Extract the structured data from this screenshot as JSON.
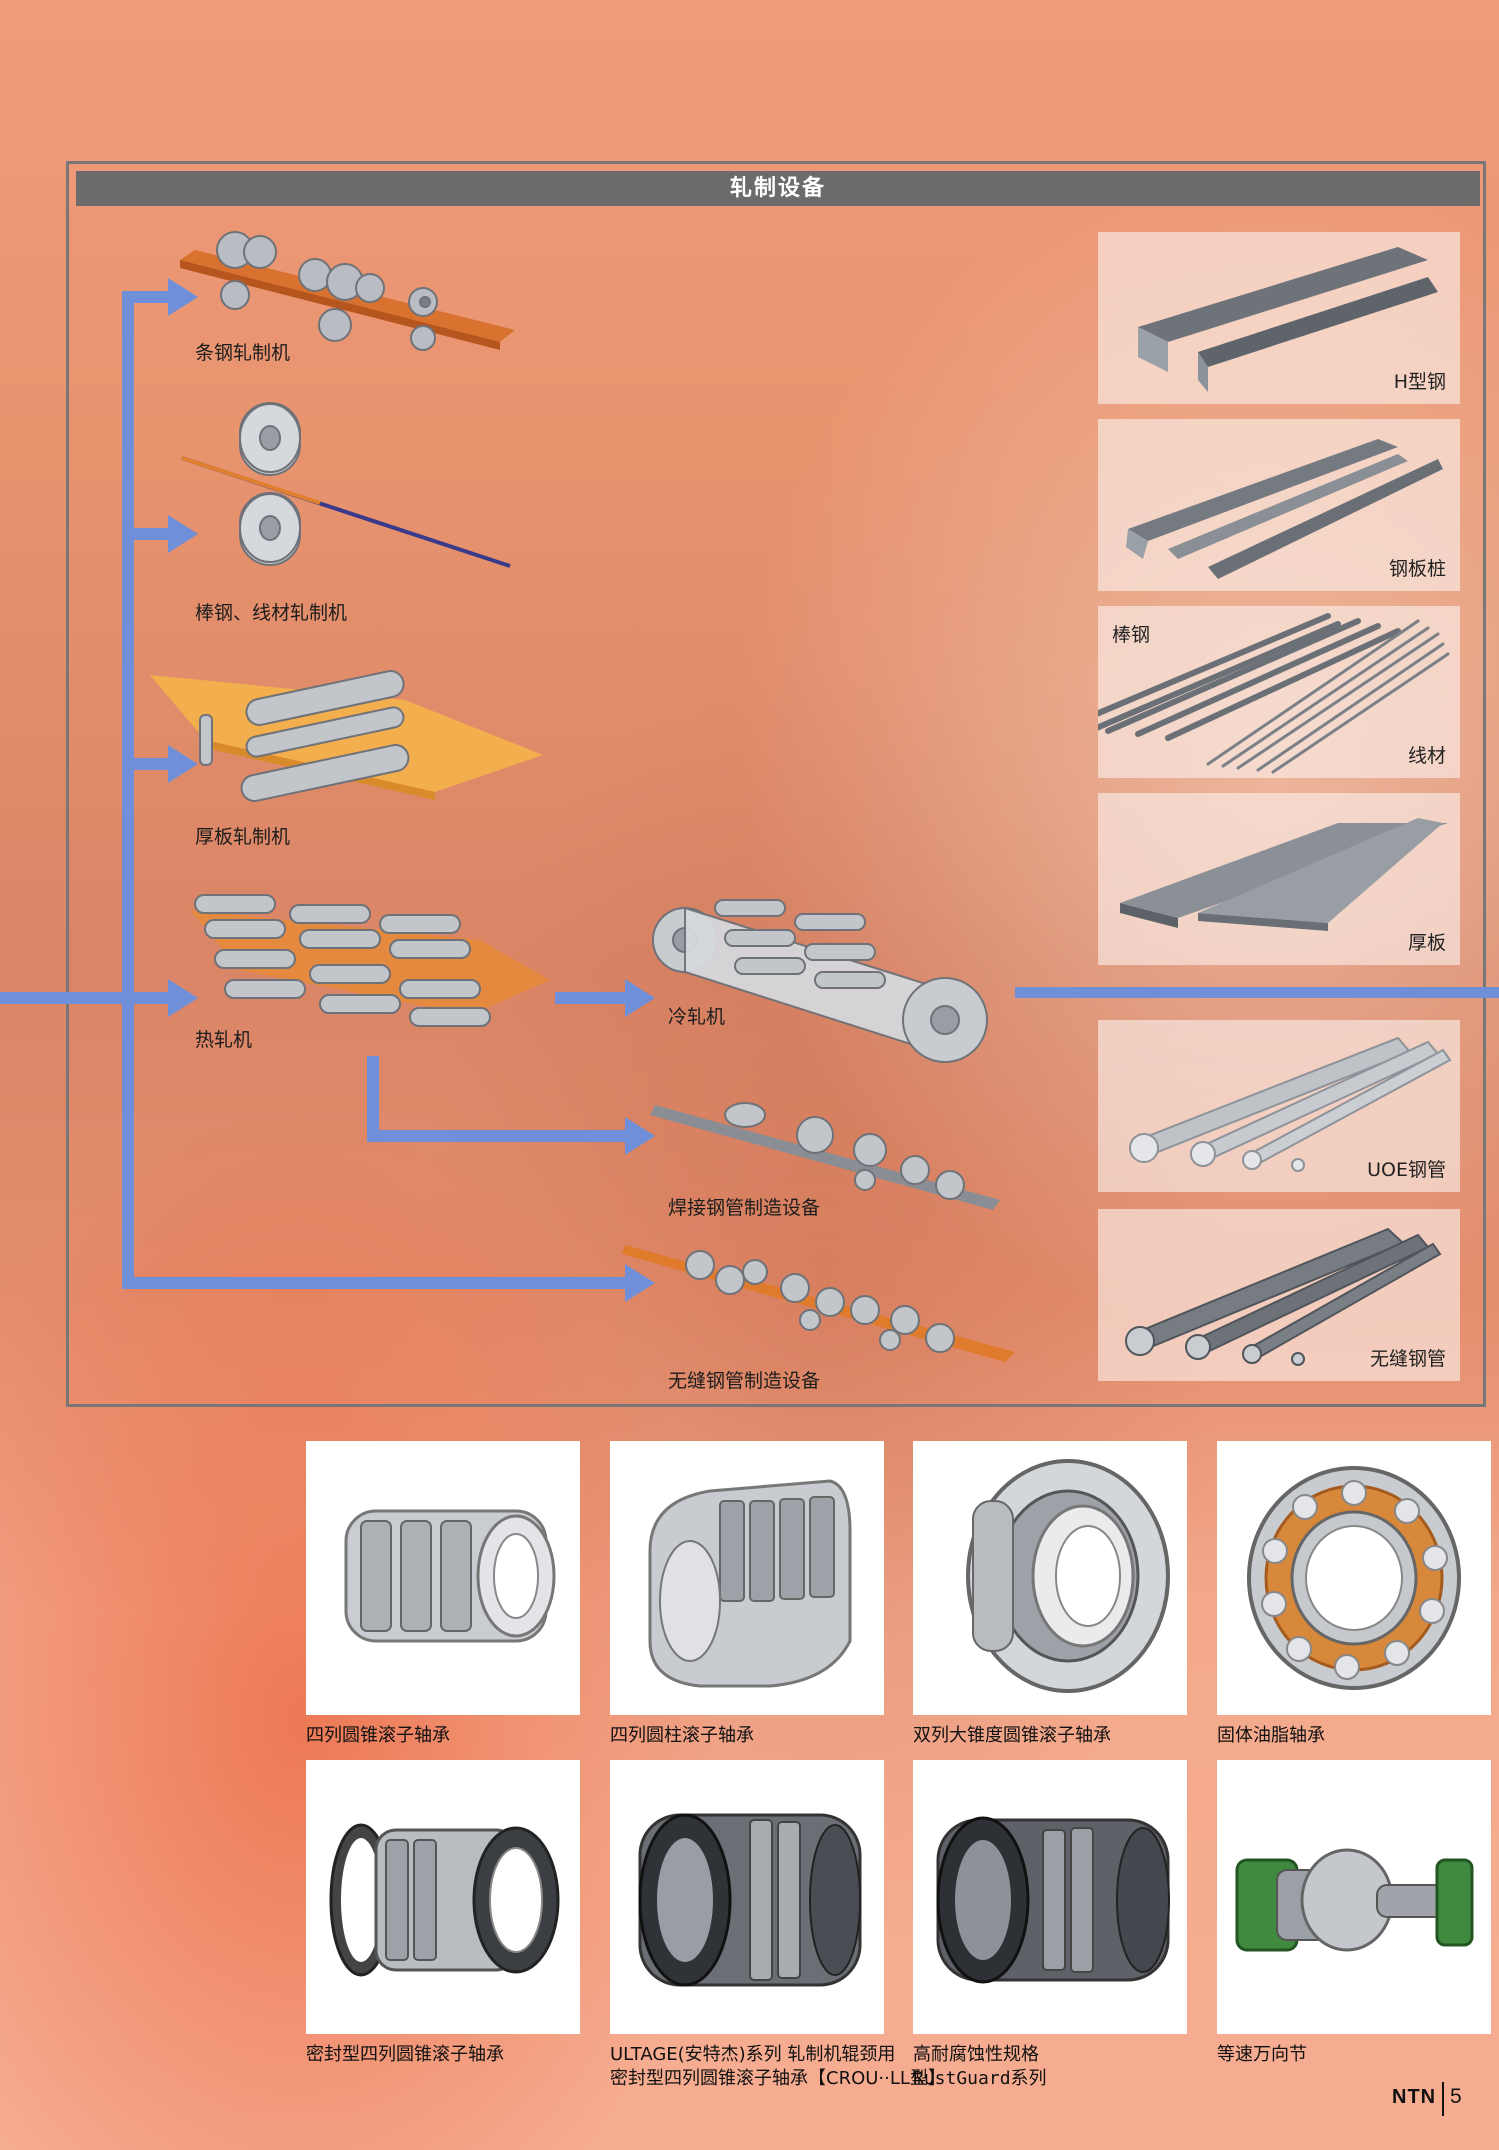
{
  "section_title": "轧制设备",
  "machines": [
    {
      "label": "条钢轧制机"
    },
    {
      "label": "棒钢、线材轧制机"
    },
    {
      "label": "厚板轧制机"
    },
    {
      "label": "热轧机"
    },
    {
      "label": "冷轧机"
    },
    {
      "label": "焊接钢管制造设备"
    },
    {
      "label": "无缝钢管制造设备"
    }
  ],
  "products": [
    {
      "label": "H型钢"
    },
    {
      "label": "钢板桩"
    },
    {
      "label_top": "棒钢",
      "label": "线材"
    },
    {
      "label": "厚板"
    },
    {
      "label": "UOE钢管"
    },
    {
      "label": "无缝钢管"
    }
  ],
  "bearings": [
    {
      "line1": "四列圆锥滚子轴承",
      "line2": ""
    },
    {
      "line1": "四列圆柱滚子轴承",
      "line2": ""
    },
    {
      "line1": "双列大锥度圆锥滚子轴承",
      "line2": ""
    },
    {
      "line1": "固体油脂轴承",
      "line2": ""
    },
    {
      "line1": "密封型四列圆锥滚子轴承",
      "line2": ""
    },
    {
      "line1": "ULTAGE(安特杰)系列 轧制机辊颈用",
      "line2": "密封型四列圆锥滚子轴承【CROU··LL型】"
    },
    {
      "line1": "高耐腐蚀性规格",
      "line2": "RustGuard系列"
    },
    {
      "line1": "等速万向节",
      "line2": ""
    }
  ],
  "footer": {
    "brand": "NTN",
    "page": "5"
  },
  "colors": {
    "arrow": "#6f8fd8",
    "title_bar": "#6b6b6b",
    "frame": "#777777"
  }
}
